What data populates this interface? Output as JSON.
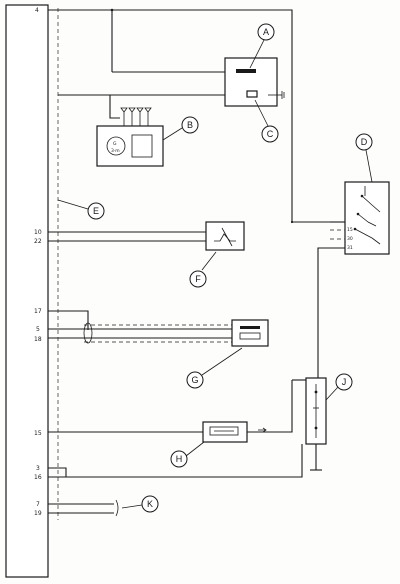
{
  "connector_pins": {
    "p4": "4",
    "p10": "10",
    "p22": "22",
    "p17": "17",
    "p5": "5",
    "p18": "18",
    "p15": "15",
    "p3": "3",
    "p16": "16",
    "p7": "7",
    "p19": "19"
  },
  "callouts": {
    "a": "A",
    "b": "B",
    "c": "C",
    "d": "D",
    "e": "E",
    "f": "F",
    "g": "G",
    "h": "H",
    "j": "J",
    "k": "K"
  },
  "module_b": {
    "face_text": "G",
    "face_sub": "3·m"
  },
  "switch_d": {
    "pin_15": "15",
    "pin_30": "30",
    "pin_31": "31"
  },
  "icons": [
    "relay",
    "ecu-module",
    "switch-assembly",
    "sensor",
    "fuse",
    "ground"
  ]
}
